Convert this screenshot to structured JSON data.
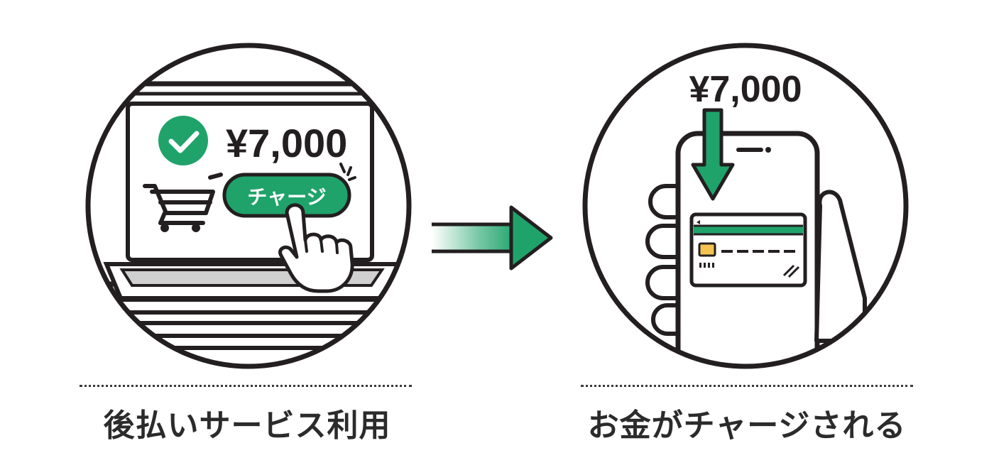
{
  "left_panel": {
    "amount": "¥7,000",
    "button_label": "チャージ",
    "caption": "後払いサービス利用"
  },
  "right_panel": {
    "amount": "¥7,000",
    "caption": "お金がチャージされる"
  },
  "colors": {
    "accent_green": "#1fa36b",
    "ink": "#231f20",
    "caption_text": "#2b2b2b"
  },
  "icons": {
    "check": "check-icon",
    "cart": "shopping-cart-icon",
    "hand": "pointing-hand-icon",
    "arrow": "right-arrow-icon",
    "down_arrow": "down-arrow-icon",
    "phone": "smartphone-icon",
    "card": "credit-card-icon"
  }
}
